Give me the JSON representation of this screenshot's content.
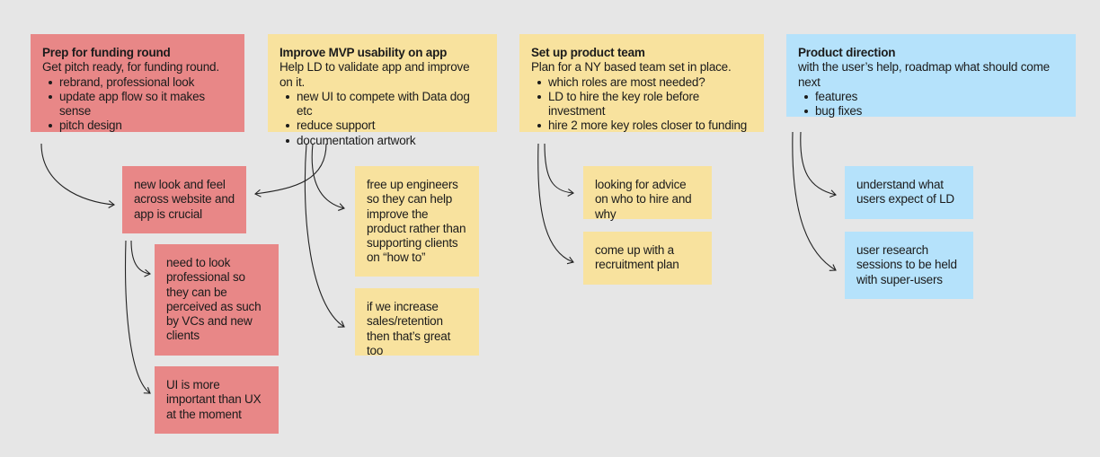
{
  "columns": [
    {
      "title": "Prep for funding round",
      "subtitle": "Get pitch ready, for funding round.",
      "bullets": [
        "rebrand, professional look",
        "update app flow so it makes sense",
        "pitch design"
      ],
      "color": "#e88787"
    },
    {
      "title": "Improve MVP usability on app",
      "subtitle": "Help LD to validate app and improve on it.",
      "bullets": [
        "new UI to compete with Data dog etc",
        "reduce support",
        "documentation artwork"
      ],
      "color": "#f8e29e"
    },
    {
      "title": "Set up product team",
      "subtitle": "Plan for a NY based team set in place.",
      "bullets": [
        "which roles are most needed?",
        "LD to hire the key role before investment",
        "hire 2 more key roles closer to funding"
      ],
      "color": "#f8e29e"
    },
    {
      "title": "Product direction",
      "subtitle": "with the user’s help, roadmap what should come next",
      "bullets": [
        "features",
        "bug fixes"
      ],
      "color": "#b5e2fb"
    }
  ],
  "notes": {
    "look_feel": "new look and feel across website and app is crucial",
    "professional": "need to look professional so they can be perceived as such by VCs and new clients",
    "ui_ux": "UI is more important than UX at the moment",
    "free_engineers": "free up engineers so they can help improve the product rather than supporting clients on “how to”",
    "sales": "if we increase sales/retention then that’s great too",
    "advice": "looking for advice on who to hire and why",
    "recruitment": "come up with a recruitment plan",
    "understand": "understand what users expect of LD",
    "research": "user research sessions to be held with super-users"
  }
}
